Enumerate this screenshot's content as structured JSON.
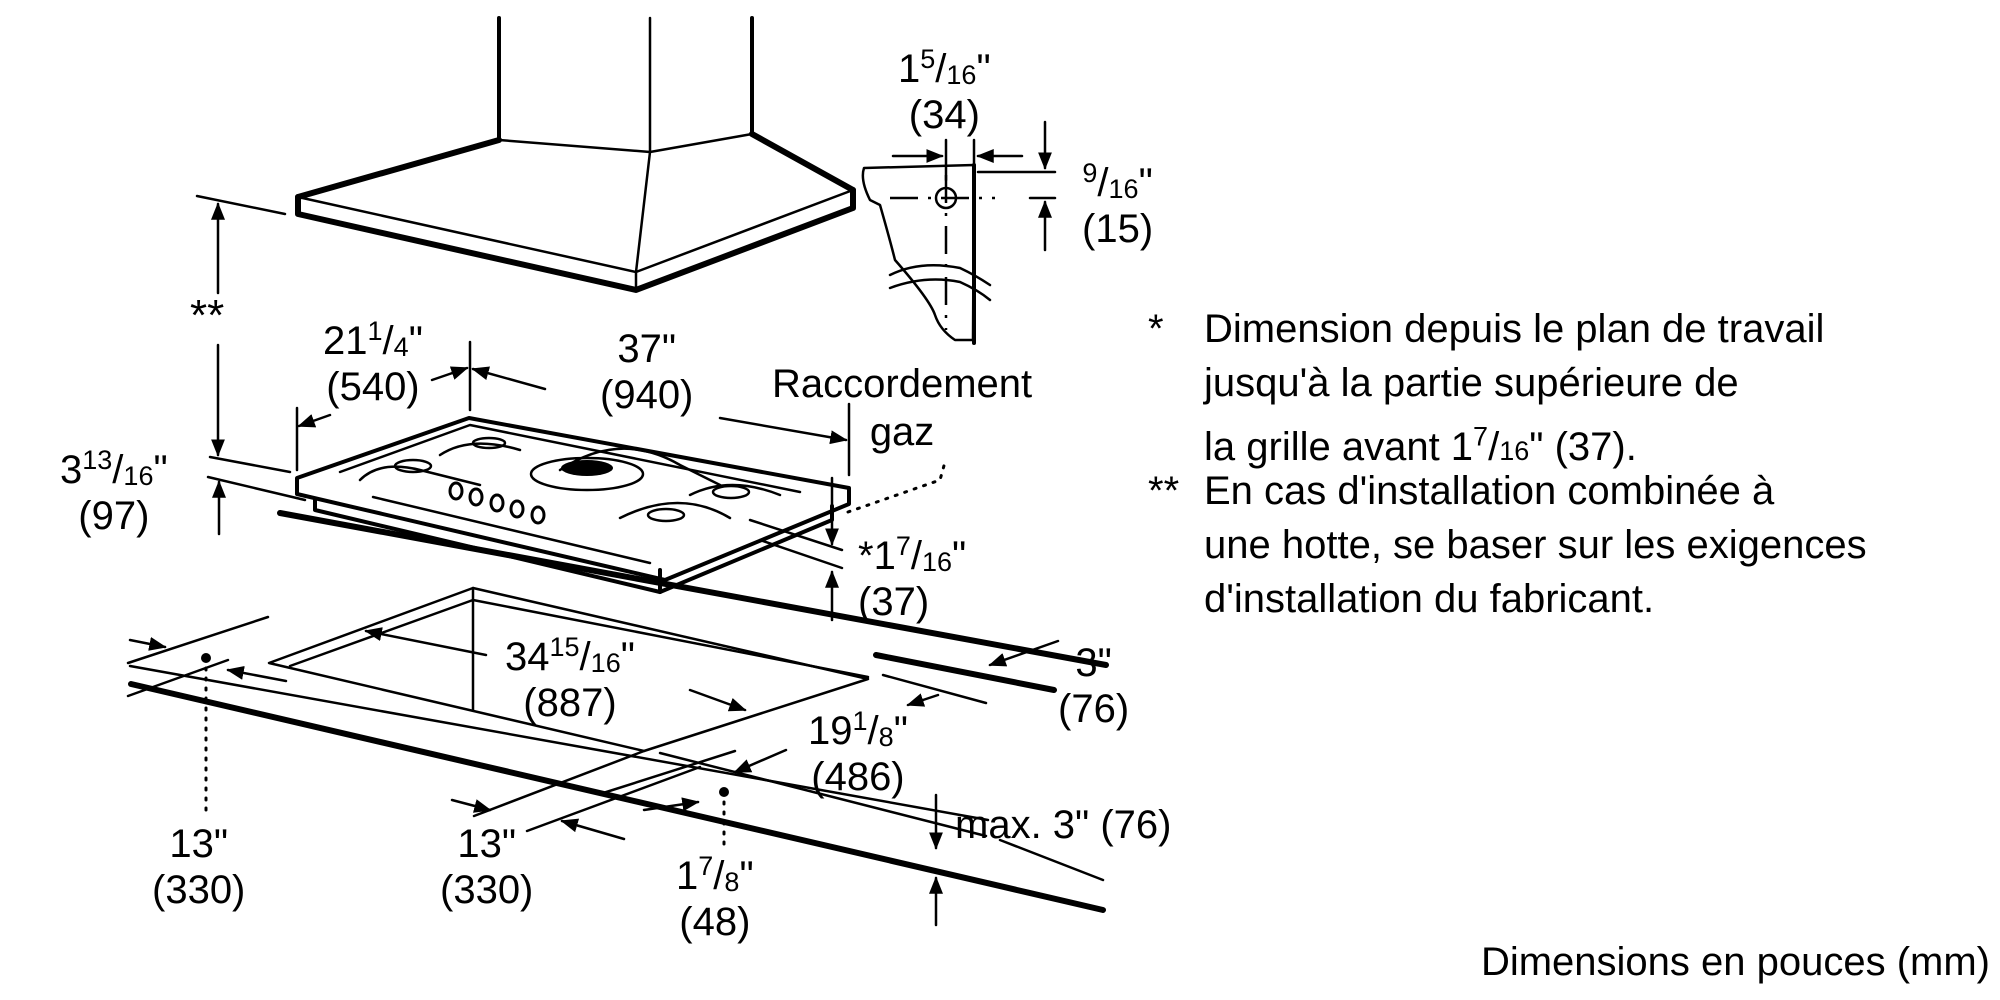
{
  "dimensions": {
    "hood_clearance": {
      "inches": "**",
      "mm": ""
    },
    "cooktop_height": {
      "whole": "3",
      "num": "13",
      "den": "16",
      "mm": "(97)"
    },
    "cooktop_depth": {
      "whole": "21",
      "num": "1",
      "den": "4",
      "mm": "(540)"
    },
    "cooktop_width": {
      "whole": "37\"",
      "mm": "(940)"
    },
    "grate_height": {
      "prefix": "*",
      "whole": "1",
      "num": "7",
      "den": "16",
      "mm": "(37)"
    },
    "bracket_width": {
      "whole": "1",
      "num": "5",
      "den": "16",
      "mm": "(34)"
    },
    "bracket_offset": {
      "num": "9",
      "den": "16",
      "mm": "(15)"
    },
    "cutout_width": {
      "whole": "34",
      "num": "15",
      "den": "16",
      "mm": "(887)"
    },
    "cutout_depth": {
      "whole": "19",
      "num": "1",
      "den": "8",
      "mm": "(486)"
    },
    "back_clearance": {
      "whole": "3\"",
      "mm": "(76)"
    },
    "left_fixing": {
      "whole": "13\"",
      "mm": "(330)"
    },
    "front_fixing": {
      "whole": "13\"",
      "mm": "(330)"
    },
    "front_offset": {
      "whole": "1",
      "num": "7",
      "den": "8",
      "mm": "(48)"
    },
    "max_countertop": {
      "text": "max. 3\" (76)"
    }
  },
  "labels": {
    "gas_connection_line1": "Raccordement",
    "gas_connection_line2": "gaz"
  },
  "notes": [
    {
      "mark": "*",
      "lines": [
        "Dimension depuis le plan de travail",
        "jusqu'à la partie supérieure de"
      ],
      "last_prefix": "la grille avant 1",
      "last_num": "7",
      "last_den": "16",
      "last_suffix": "\" (37)."
    },
    {
      "mark": "**",
      "lines": [
        "En cas d'installation combinée à",
        "une hotte, se baser sur les exigences",
        "d'installation du fabricant."
      ]
    }
  ],
  "footer": "Dimensions en pouces (mm)",
  "colors": {
    "ink": "#000000",
    "background": "#ffffff"
  }
}
